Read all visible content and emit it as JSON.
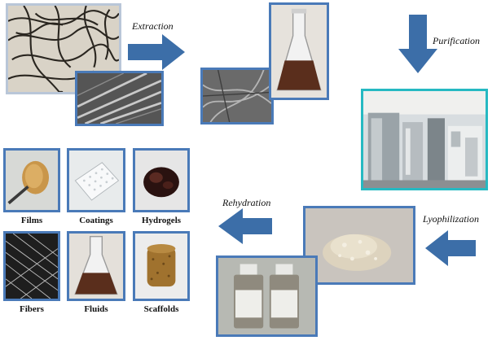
{
  "steps": {
    "extraction": "Extraction",
    "purification": "Purification",
    "lyophilization": "Lyophilization",
    "rehydration": "Rehydration"
  },
  "products": [
    {
      "label": "Films"
    },
    {
      "label": "Coatings"
    },
    {
      "label": "Hydrogels"
    },
    {
      "label": "Fibers"
    },
    {
      "label": "Fluids"
    },
    {
      "label": "Scaffolds"
    }
  ],
  "colors": {
    "arrow": "#3c6ea8",
    "frame": "#4a7ab8",
    "equipment_frame": "#26b9c2"
  }
}
